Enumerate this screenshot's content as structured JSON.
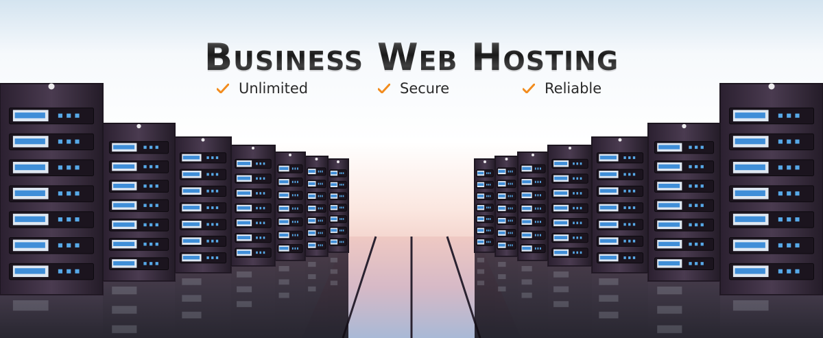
{
  "banner": {
    "title": "Business Web Hosting",
    "features": [
      {
        "label": "Unlimited",
        "icon": "checkmark-icon"
      },
      {
        "label": "Secure",
        "icon": "checkmark-icon"
      },
      {
        "label": "Reliable",
        "icon": "checkmark-icon"
      }
    ]
  },
  "colors": {
    "rack_body": "#3a2d3e",
    "rack_shadow": "#1d1620",
    "server_unit": "#dfe8f2",
    "server_screen": "#3f8ed8",
    "checkmark": "#f28c1e"
  }
}
